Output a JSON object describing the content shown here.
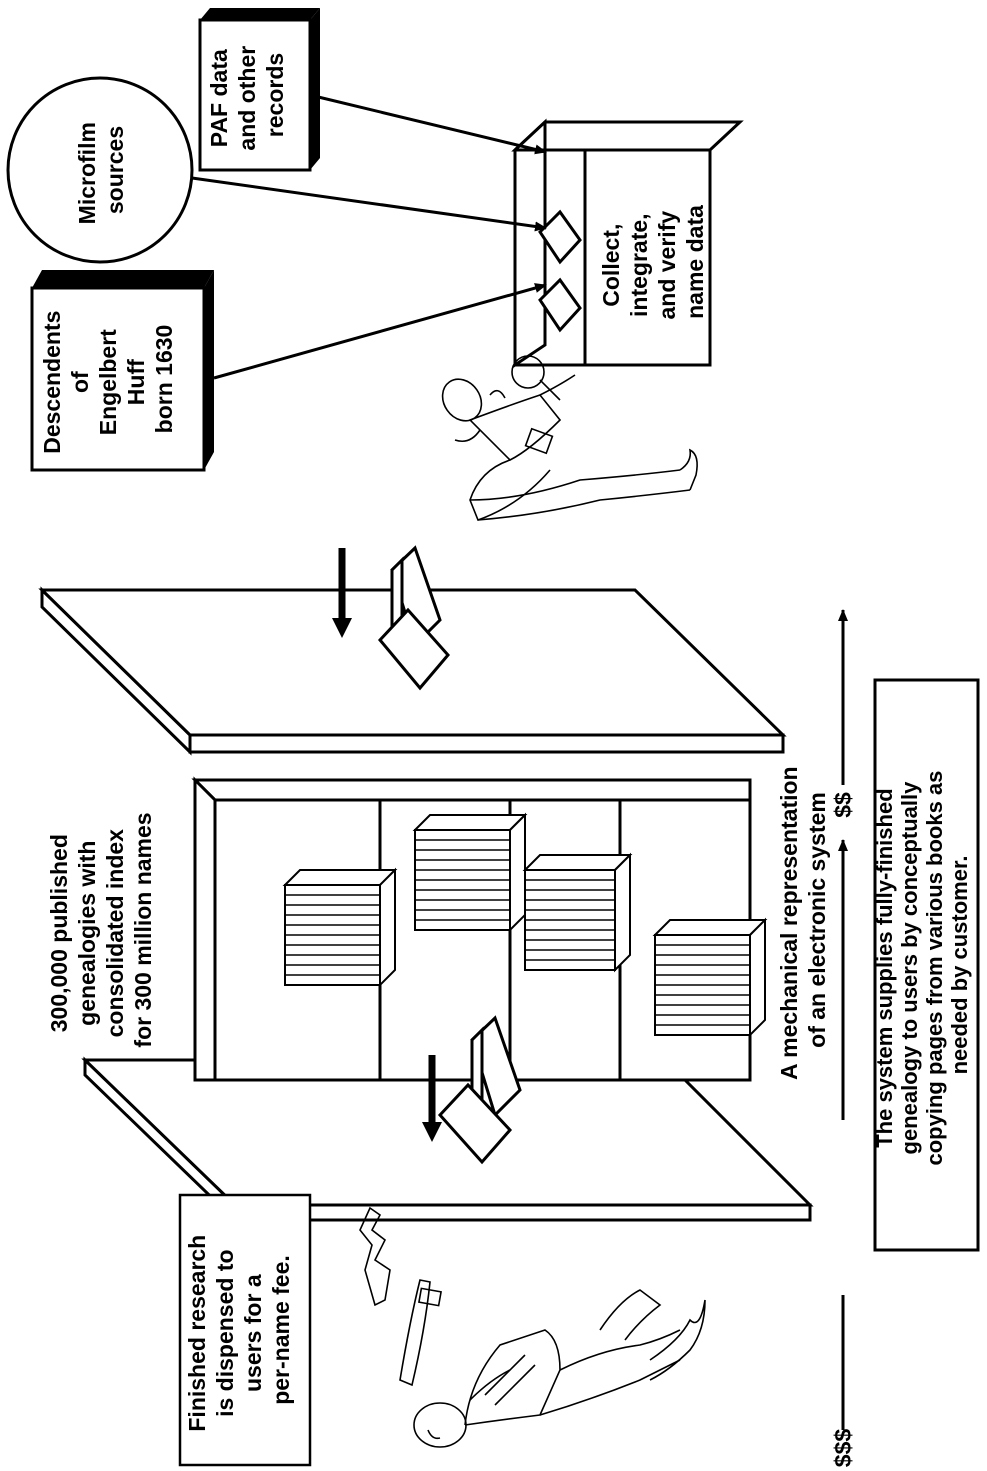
{
  "sources": {
    "paf": [
      "PAF data",
      "and other",
      "records"
    ],
    "microfilm": [
      "Microfilm",
      "sources"
    ],
    "descendents": [
      "Descendents",
      "of",
      "Engelbert",
      "Huff",
      "born 1630"
    ]
  },
  "collect_box": [
    "Collect,",
    "integrate,",
    "and verify",
    "name data"
  ],
  "library_label": [
    "300,000 published",
    "genealogies with",
    "consolidated index",
    "for 300 million names"
  ],
  "mechanical_label": [
    "A mechanical representation",
    "of an electronic system"
  ],
  "money_right": "$$",
  "money_left": "$$$",
  "finished_label": [
    "Finished research",
    "is dispensed to",
    "users for a",
    "per-name fee."
  ],
  "system_caption": [
    "The system supplies fully-finished",
    "genealogy to users by conceptually",
    "copying pages from various books as",
    "needed by customer."
  ]
}
